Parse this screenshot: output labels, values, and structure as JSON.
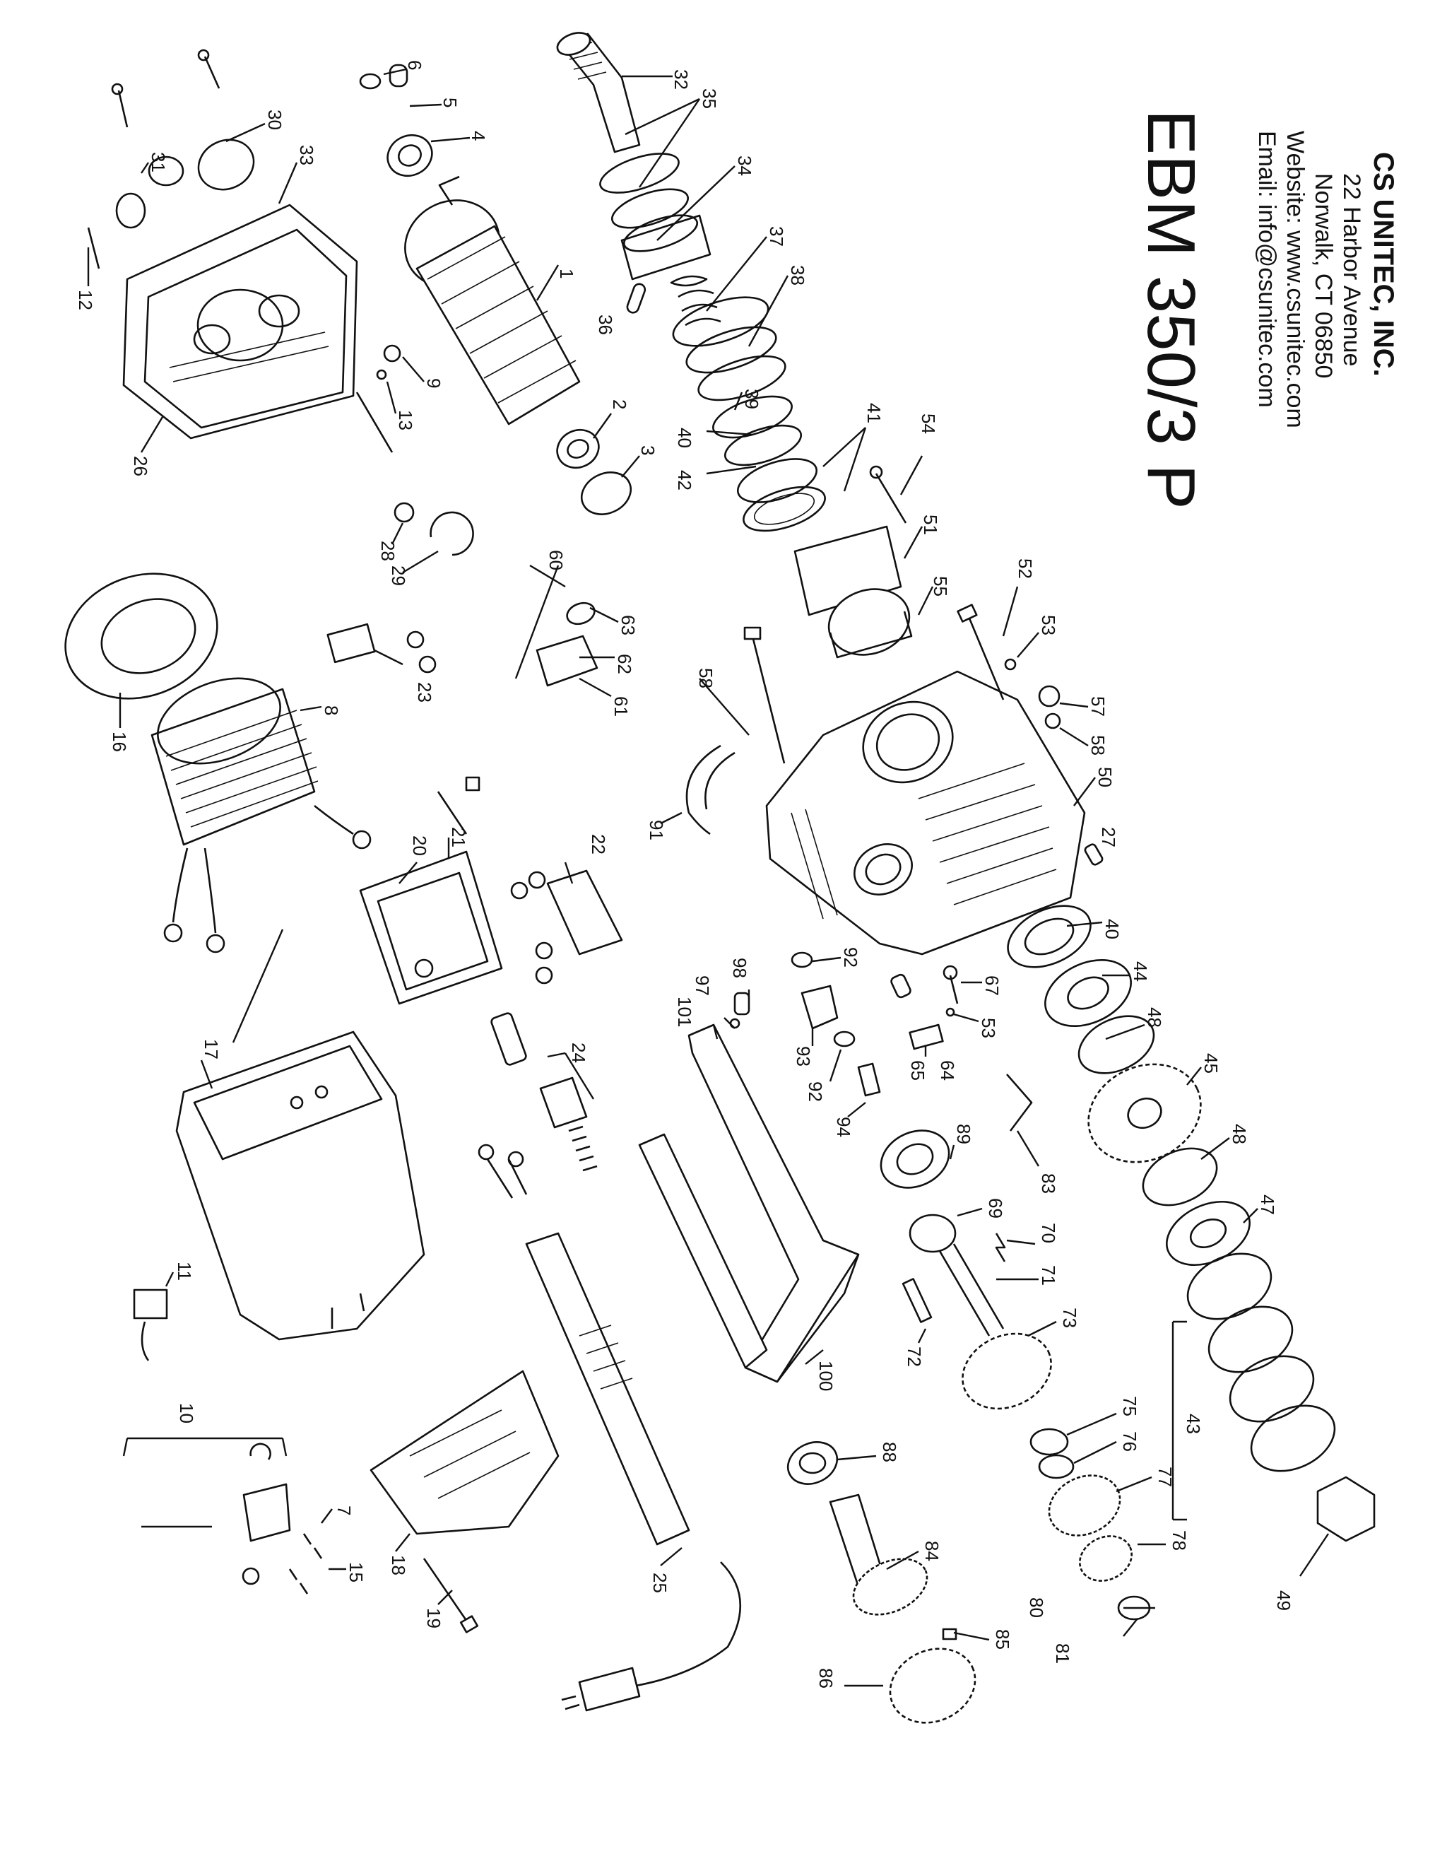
{
  "header": {
    "company": "CS UNITEC, INC.",
    "address_line1": "22 Harbor Avenue",
    "address_line2": "Norwalk, CT 06850",
    "website": "Website: www.csunitec.com",
    "email": "Email: info@csunitec.com",
    "model": "EBM 350/3 P"
  },
  "part_numbers": [
    "1",
    "2",
    "3",
    "4",
    "5",
    "6",
    "7",
    "8",
    "9",
    "10",
    "11",
    "12",
    "13",
    "15",
    "16",
    "17",
    "18",
    "19",
    "20",
    "21",
    "22",
    "23",
    "24",
    "25",
    "26",
    "27",
    "28",
    "29",
    "30",
    "31",
    "32",
    "33",
    "34",
    "35",
    "36",
    "37",
    "38",
    "39",
    "40",
    "41",
    "42",
    "43",
    "44",
    "45",
    "47",
    "48",
    "49",
    "50",
    "51",
    "52",
    "53",
    "54",
    "55",
    "57",
    "58",
    "60",
    "61",
    "62",
    "63",
    "64",
    "65",
    "67",
    "69",
    "70",
    "71",
    "72",
    "73",
    "75",
    "76",
    "77",
    "78",
    "80",
    "81",
    "83",
    "84",
    "85",
    "86",
    "88",
    "89",
    "91",
    "92",
    "93",
    "94",
    "97",
    "98",
    "100",
    "101"
  ],
  "diagram_labels": {
    "n32": "32",
    "n35": "35",
    "n34": "34",
    "n37": "37",
    "n38": "38",
    "n36": "36",
    "n39": "39",
    "n40a": "40",
    "n42": "42",
    "n41": "41",
    "n54": "54",
    "n51": "51",
    "n55": "55",
    "n52": "52",
    "n53a": "53",
    "n57": "57",
    "n58a": "58",
    "n50": "50",
    "n27": "27",
    "n6": "6",
    "n5": "5",
    "n4": "4",
    "n1": "1",
    "n2": "2",
    "n3": "3",
    "n30": "30",
    "n31": "31",
    "n33": "33",
    "n12": "12",
    "n26": "26",
    "n9": "9",
    "n13": "13",
    "n28": "28",
    "n29": "29",
    "n60": "60",
    "n63": "63",
    "n62": "62",
    "n61": "61",
    "n58b": "58",
    "n91": "91",
    "n23": "23",
    "n16": "16",
    "n8": "8",
    "n21": "21",
    "n20": "20",
    "n22": "22",
    "n40b": "40",
    "n44": "44",
    "n48a": "48",
    "n45": "45",
    "n48b": "48",
    "n47": "47",
    "n43": "43",
    "n49": "49",
    "n92a": "92",
    "n67": "67",
    "n53b": "53",
    "n64": "64",
    "n65": "65",
    "n98": "98",
    "n97": "97",
    "n101": "101",
    "n93": "93",
    "n92b": "92",
    "n94": "94",
    "n89": "89",
    "n83": "83",
    "n69": "69",
    "n70": "70",
    "n71": "71",
    "n72": "72",
    "n73": "73",
    "n75": "75",
    "n76": "76",
    "n77": "77",
    "n78": "78",
    "n80": "80",
    "n81": "81",
    "n88": "88",
    "n84": "84",
    "n85": "85",
    "n86": "86",
    "n17": "17",
    "n24": "24",
    "n100": "100",
    "n11": "11",
    "n10": "10",
    "n7": "7",
    "n15": "15",
    "n18": "18",
    "n19": "19",
    "n25": "25"
  }
}
